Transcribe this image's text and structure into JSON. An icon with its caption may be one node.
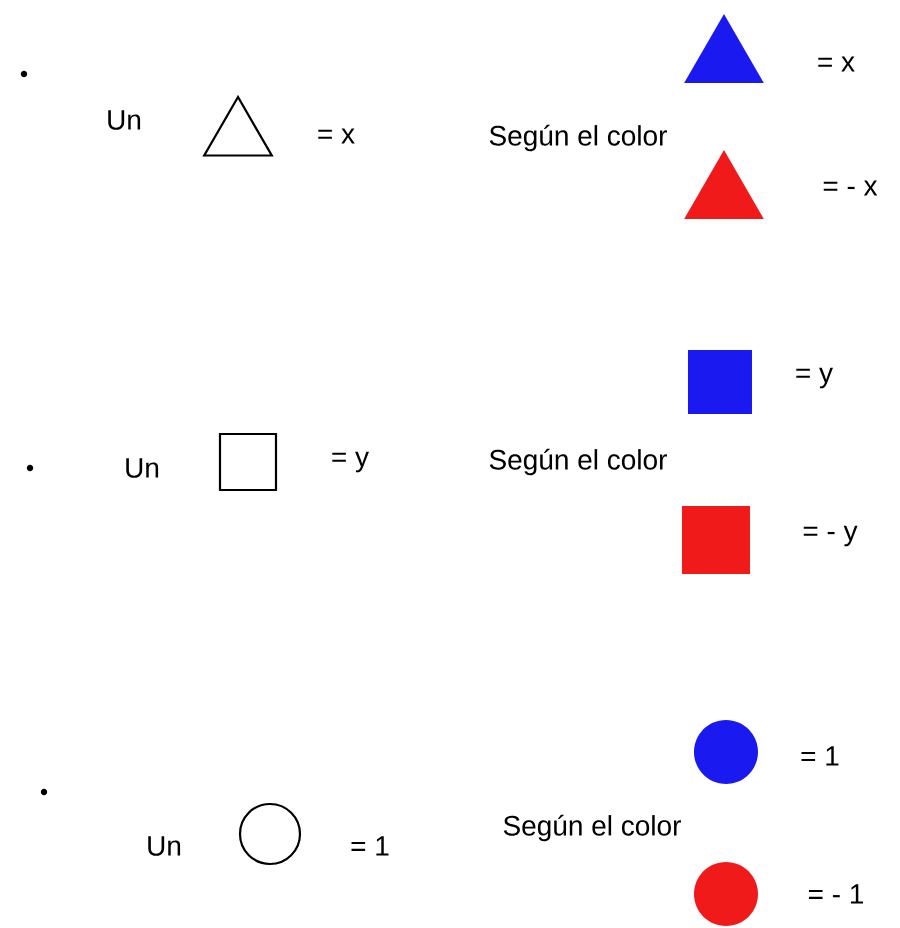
{
  "diagram": {
    "nodes": [
      {
        "text": [],
        "shape": "triangle",
        "beside": [
          "= x"
        ]
      },
      {
        "text": [],
        "shape": "triangle",
        "beside": [
          "= x"
        ]
      },
      {
        "text": [],
        "shape": "triangle",
        "beside": [
          "= - x"
        ]
      },
      {
        "text": [],
        "shape": "square",
        "beside": [
          "= y"
        ]
      },
      {
        "text": [],
        "shape": "square",
        "beside": [
          "= y"
        ]
      },
      {
        "text": [],
        "shape": "square",
        "beside": [
          "= - y"
        ]
      },
      {
        "text": [],
        "shape": "circle",
        "beside": [
          "= 1"
        ]
      },
      {
        "text": [],
        "shape": "circle",
        "beside": [
          "= 1"
        ]
      },
      {
        "text": [],
        "shape": "circle",
        "beside": [
          "= - 1"
        ]
      }
    ],
    "labels": [
      "Un",
      "Según el color",
      "Un",
      "Según el color",
      "Un",
      "Según el color"
    ]
  }
}
